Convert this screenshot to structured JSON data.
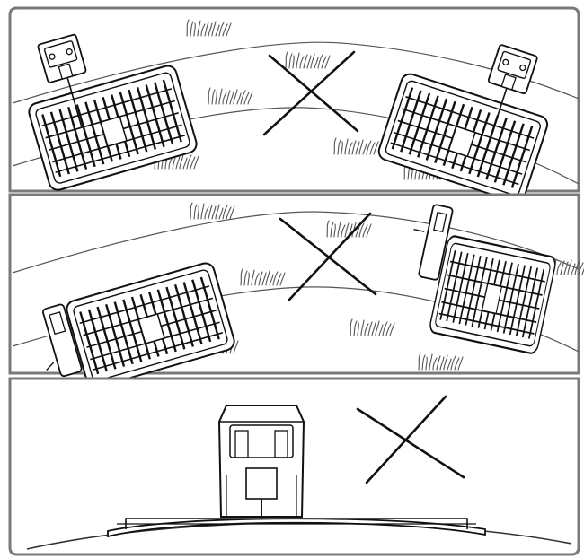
{
  "figure": {
    "panels": [
      {
        "id": "panel-slope-crest",
        "mark": "incorrect"
      },
      {
        "id": "panel-slope-side",
        "mark": "incorrect"
      },
      {
        "id": "panel-convex-mound",
        "mark": "incorrect"
      }
    ]
  },
  "icons": {
    "cross": "cross-mark-icon",
    "grass": "grass-tuft-icon",
    "station": "charging-station-icon"
  },
  "colors": {
    "frame": "#7a7a7a",
    "line": "#1a1a1a",
    "ground": "#555555"
  }
}
